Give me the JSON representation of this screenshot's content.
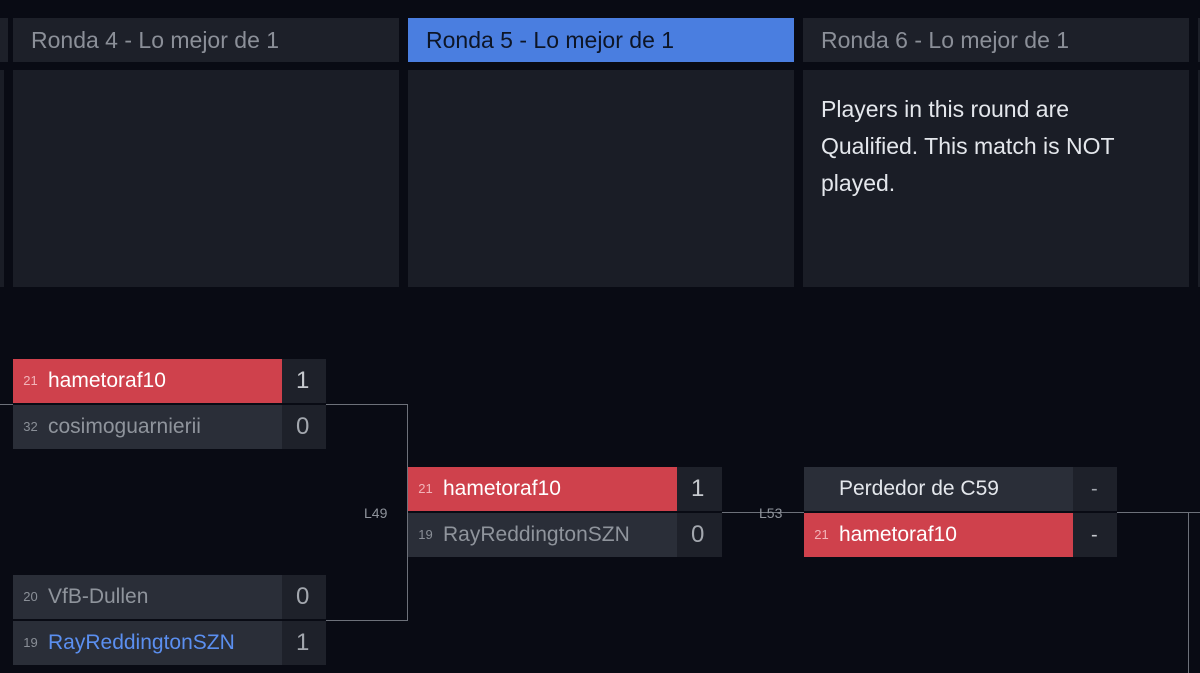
{
  "rounds": [
    {
      "label": "Ronda 4 - Lo mejor de 1",
      "active": false
    },
    {
      "label": "Ronda 5 - Lo mejor de 1",
      "active": true
    },
    {
      "label": "Ronda 6 - Lo mejor de 1",
      "active": false
    }
  ],
  "round6_note": "Players in this round are Qualified. This match is NOT played.",
  "matches": {
    "r4_top": {
      "p1": {
        "seed": "21",
        "name": "hametoraf10",
        "score": "1"
      },
      "p2": {
        "seed": "32",
        "name": "cosimoguarnierii",
        "score": "0"
      }
    },
    "r4_bottom": {
      "p1": {
        "seed": "20",
        "name": "VfB-Dullen",
        "score": "0"
      },
      "p2": {
        "seed": "19",
        "name": "RayReddingtonSZN",
        "score": "1"
      }
    },
    "r5": {
      "label": "L49",
      "p1": {
        "seed": "21",
        "name": "hametoraf10",
        "score": "1"
      },
      "p2": {
        "seed": "19",
        "name": "RayReddingtonSZN",
        "score": "0"
      }
    },
    "r6": {
      "label": "L53",
      "p1": {
        "seed": "",
        "name": "Perdedor de C59",
        "score": "-"
      },
      "p2": {
        "seed": "21",
        "name": "hametoraf10",
        "score": "-"
      }
    }
  },
  "colors": {
    "win": "#cf414c",
    "active_tab": "#4a7ee0",
    "link": "#5b8ff0"
  }
}
